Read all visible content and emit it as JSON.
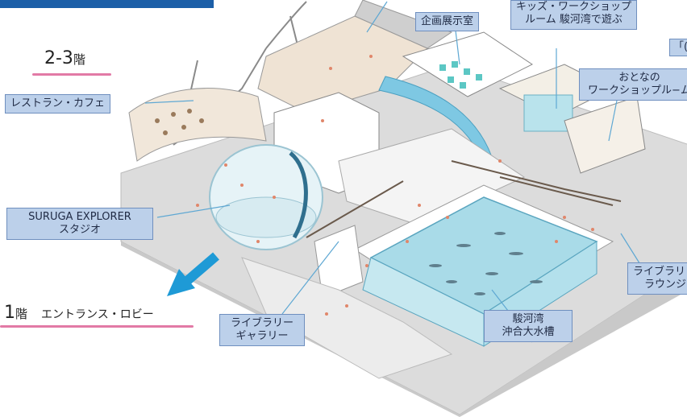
{
  "floors": {
    "upper": {
      "number": "2-3",
      "suffix": "階"
    },
    "ground": {
      "number": "1",
      "suffix": "階",
      "name": "エントランス・ロビー"
    }
  },
  "areas": {
    "restaurant": "レストラン・カフェ",
    "special_exhibit": "企画展示室",
    "kids_workshop": {
      "line1": "キッズ・ワークショップ",
      "line2": "ルーム 駿河湾で遊ぶ"
    },
    "adult_workshop": {
      "line1": "おとなの",
      "line2": "ワークショップル−ム"
    },
    "suruga_explorer": {
      "line1": "SURUGA EXPLORER",
      "line2": "スタジオ"
    },
    "library_gallery": {
      "line1": "ライブラリー",
      "line2": "ギャラリー"
    },
    "library_lounge": {
      "line1": "ライブラリ",
      "line2": "ラウンジ"
    },
    "main_tank": {
      "line1": "駿河湾",
      "line2": "沖合大水槽"
    },
    "partial_top_right": "「("
  },
  "colors": {
    "callout_fill": "#bcd0ea",
    "callout_border": "#6f8fbf",
    "accent_arrow": "#1e9ad6",
    "underline": "#e27aa6",
    "top_bar": "#1c5fa8"
  }
}
